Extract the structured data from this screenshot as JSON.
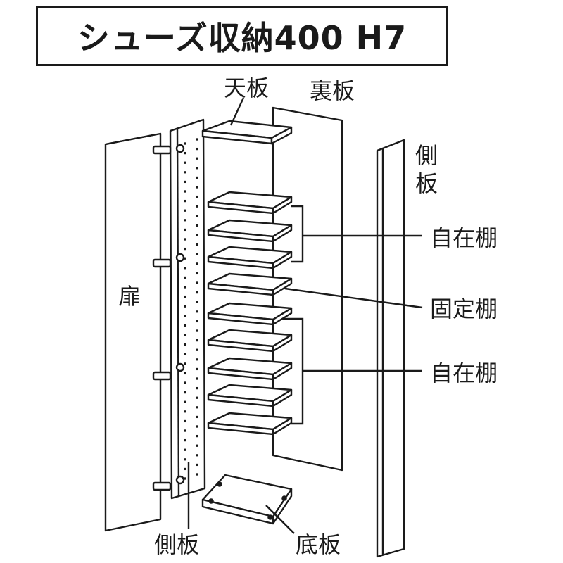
{
  "title": "シューズ収納400 H7",
  "labels": {
    "top_board": "天板",
    "back_board": "裏板",
    "side_board_right": "側板",
    "door": "扉",
    "adjustable_shelf_upper": "自在棚",
    "fixed_shelf": "固定棚",
    "adjustable_shelf_lower": "自在棚",
    "side_board_bottom": "側板",
    "bottom_board": "底板"
  },
  "colors": {
    "line": "#1a1a1a",
    "paper": "#ffffff"
  }
}
